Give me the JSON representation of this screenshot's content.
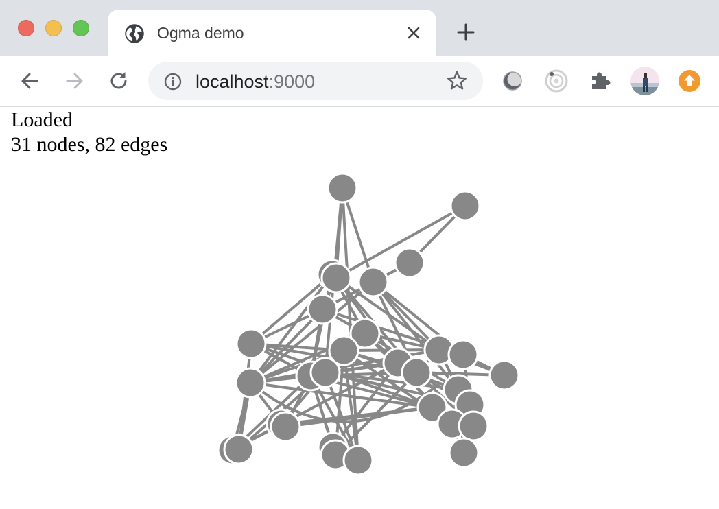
{
  "browser": {
    "tab_title": "Ogma demo",
    "url_host": "localhost",
    "url_port": ":9000",
    "icons": {
      "tab_favicon": "globe-icon",
      "tab_close": "close-icon",
      "new_tab": "plus-icon",
      "back": "arrow-left-icon",
      "forward": "arrow-right-icon",
      "reload": "reload-icon",
      "site_info": "info-icon",
      "bookmark": "star-icon",
      "extensions": [
        "moon-extension-icon",
        "target-extension-icon",
        "puzzle-extensions-icon"
      ],
      "profile": "avatar",
      "update": "update-arrow-icon"
    },
    "colors": {
      "tabstrip": "#dee1e6",
      "update_badge": "#f29a2e"
    }
  },
  "page": {
    "status_line": "Loaded",
    "stats_line": "31 nodes, 82 edges"
  },
  "graph": {
    "node_color": "#888888",
    "edge_color": "#888888",
    "node_stroke": "#ffffff"
  }
}
